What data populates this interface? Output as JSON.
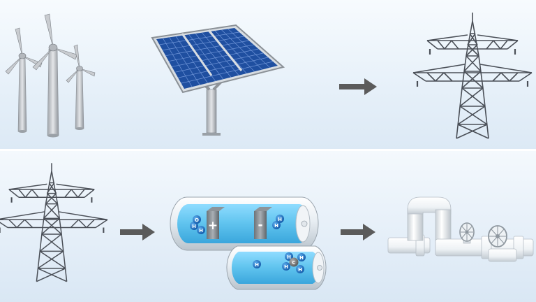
{
  "diagram": {
    "colors": {
      "arrow": "#5b5b5b",
      "pylon": "#4a4f57",
      "solar_cell": "#1f4fa0",
      "tank_liquid": "#5fc3ee",
      "molecule": "#1e78c8",
      "carbon_atom": "#7a7a7a"
    },
    "top_row": {
      "items": [
        {
          "icon": "wind-turbine-icon",
          "count": 3
        },
        {
          "icon": "solar-panel-icon"
        },
        {
          "icon": "right-arrow-icon"
        },
        {
          "icon": "power-pylon-icon"
        }
      ]
    },
    "bottom_row": {
      "items": [
        {
          "icon": "power-pylon-icon"
        },
        {
          "icon": "right-arrow-icon"
        },
        {
          "icon": "electrolysis-tank-icon"
        },
        {
          "icon": "methanation-tank-icon"
        },
        {
          "icon": "right-arrow-icon"
        },
        {
          "icon": "gas-pipeline-icon"
        }
      ]
    },
    "electrolysis": {
      "plus_sign": "+",
      "minus_sign": "-",
      "water_molecule": {
        "o": "O",
        "h": "H"
      },
      "hydrogen_molecule": {
        "h": "H"
      }
    },
    "methanation": {
      "hydrogen_atom": "H",
      "methane_molecule": {
        "c": "C",
        "h": "H"
      }
    }
  }
}
